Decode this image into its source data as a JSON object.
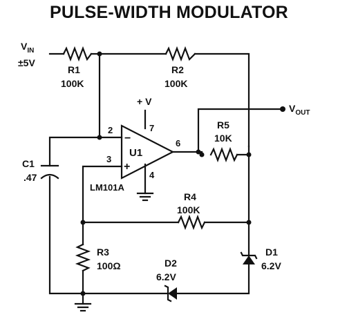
{
  "title": "PULSE-WIDTH MODULATOR",
  "vin": {
    "main": "V",
    "sub": "IN",
    "value": "±5V"
  },
  "vout": {
    "main": "V",
    "sub": "OUT"
  },
  "supply": "+ V",
  "opamp": {
    "ref": "U1",
    "part": "LM101A",
    "minus": "−",
    "plus": "+",
    "pins": {
      "inv": "2",
      "noninv": "3",
      "out": "6",
      "vplus": "7",
      "gnd": "4"
    }
  },
  "components": {
    "r1": {
      "ref": "R1",
      "value": "100K"
    },
    "r2": {
      "ref": "R2",
      "value": "100K"
    },
    "r3": {
      "ref": "R3",
      "value": "100Ω"
    },
    "r4": {
      "ref": "R4",
      "value": "100K"
    },
    "r5": {
      "ref": "R5",
      "value": "10K"
    },
    "c1": {
      "ref": "C1",
      "value": ".47"
    },
    "d1": {
      "ref": "D1",
      "value": "6.2V"
    },
    "d2": {
      "ref": "D2",
      "value": "6.2V"
    }
  }
}
